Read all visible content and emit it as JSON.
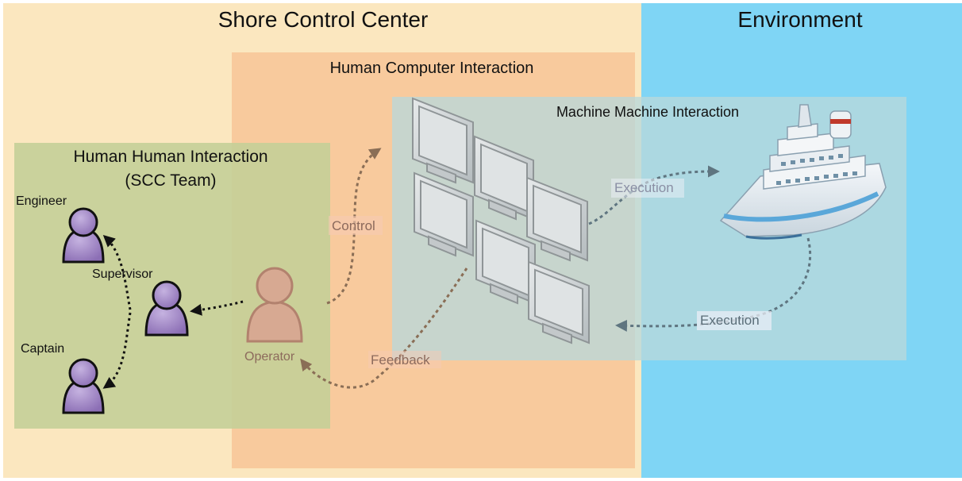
{
  "regions": {
    "shore_control_center": "Shore Control Center",
    "environment": "Environment",
    "human_computer_interaction": "Human Computer Interaction",
    "machine_machine_interaction": "Machine Machine Interaction",
    "human_human_interaction_line1": "Human Human Interaction",
    "human_human_interaction_line2": "(SCC Team)"
  },
  "people": {
    "engineer": "Engineer",
    "supervisor": "Supervisor",
    "captain": "Captain",
    "operator": "Operator"
  },
  "flows": {
    "control": "Control",
    "feedback": "Feedback",
    "execution_to_ship": "Execution",
    "execution_to_monitors": "Execution"
  },
  "colors": {
    "shore_region": "#fbe7bf",
    "environment_region": "#7fd5f5",
    "hci_region": "#f7c89a",
    "mmi_region": "#b8d9db",
    "hhi_region": "#c9cf9a",
    "team_person": "#a88fcb",
    "operator_person": "#d29c86",
    "ship_hull": "#e8eef3",
    "ship_stripe": "#5aa7d9",
    "arrow": "#8a6e56"
  }
}
